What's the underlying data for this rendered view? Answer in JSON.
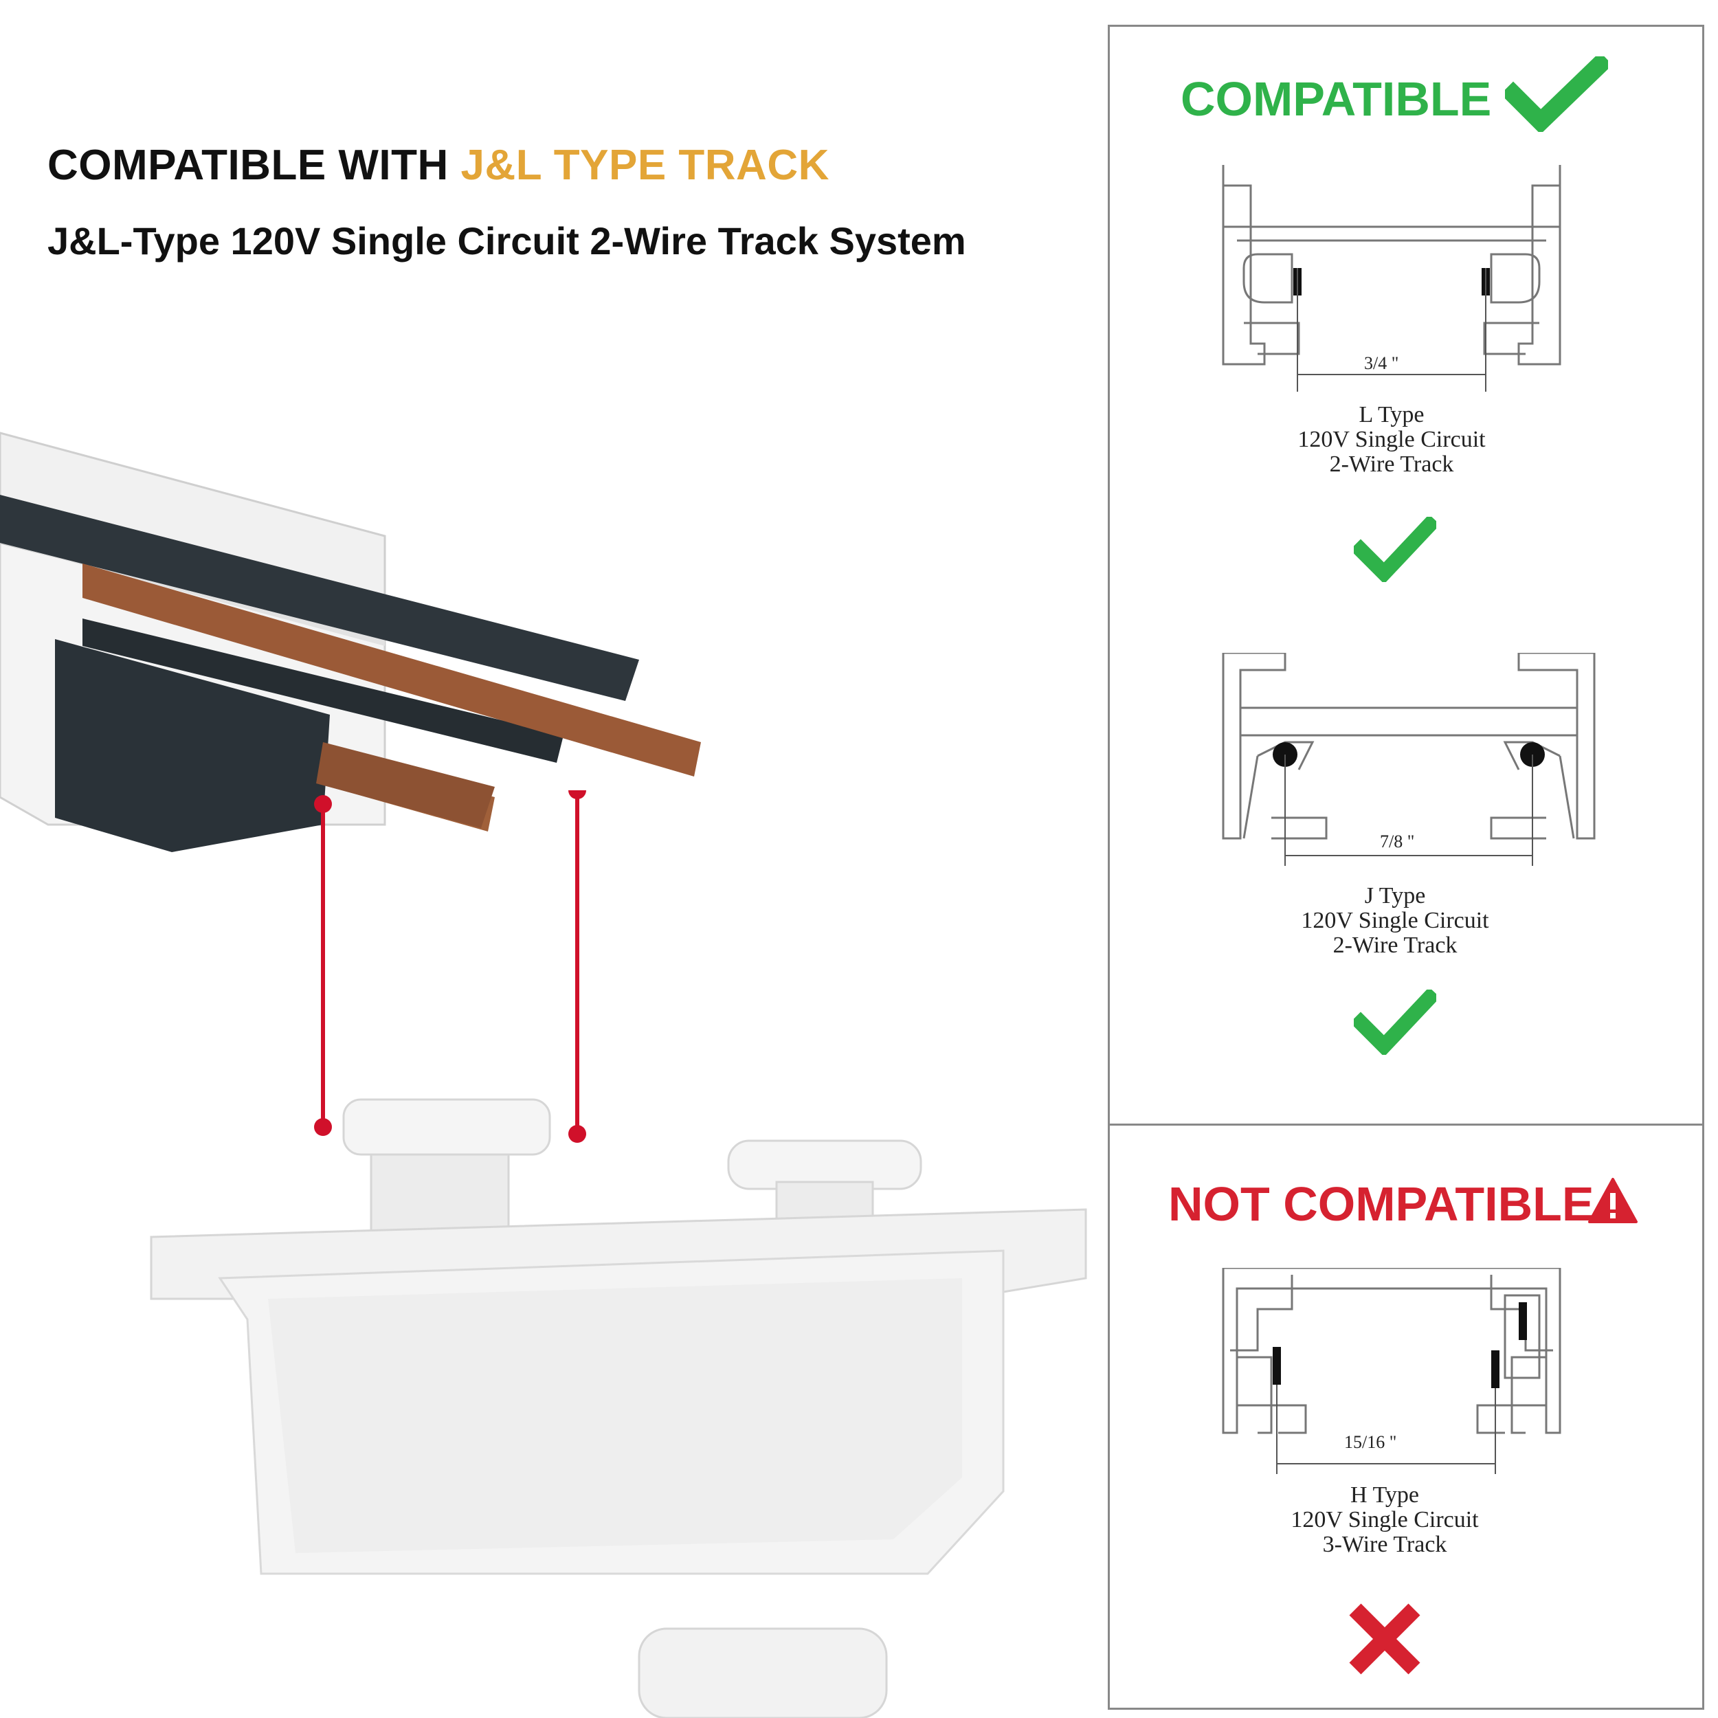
{
  "headline": {
    "prefix": "COMPATIBLE WITH ",
    "accent": "J&L TYPE TRACK"
  },
  "subheadline": "J&L-Type 120V Single Circuit 2-Wire Track System",
  "compatible_section": {
    "title": "COMPATIBLE",
    "tracks": [
      {
        "dimension": "3/4 \"",
        "lines": [
          "L Type",
          "120V Single Circuit",
          "2-Wire Track"
        ]
      },
      {
        "dimension": "7/8 \"",
        "lines": [
          "J Type",
          "120V Single Circuit",
          "2-Wire Track"
        ]
      }
    ]
  },
  "not_compatible_section": {
    "title": "NOT COMPATIBLE",
    "tracks": [
      {
        "dimension": "15/16 \"",
        "lines": [
          "H Type",
          "120V Single Circuit",
          "3-Wire Track"
        ]
      }
    ]
  },
  "colors": {
    "accent": "#e3a537",
    "ok_green": "#2fb24a",
    "bad_red": "#d62230",
    "connector_red": "#d0102a",
    "copper": "#a0603a"
  },
  "icons": {
    "compatible": "check-icon",
    "not_compatible": "warning-icon",
    "rejected": "cross-icon"
  }
}
